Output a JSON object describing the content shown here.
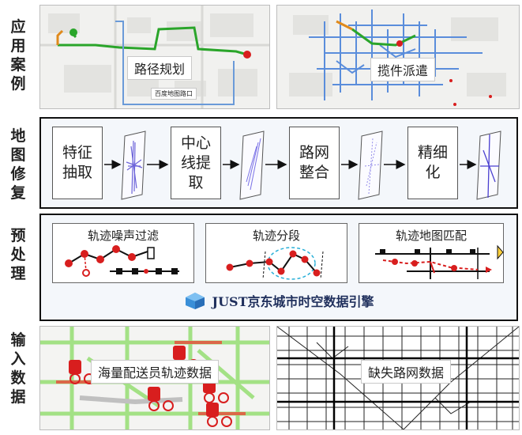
{
  "side_labels": {
    "applications": "应用案例",
    "map_repair": "地图修复",
    "preprocessing": "预处理",
    "input_data": "输入数据"
  },
  "applications": {
    "route_planning": "路径规划",
    "route_small_tag": "百度地图路口",
    "pickup_dispatch": "揽件派遣"
  },
  "map_repair": {
    "steps": [
      "特征抽取",
      "中心线提取",
      "路网整合",
      "精细化"
    ]
  },
  "preprocessing": {
    "boxes": [
      "轨迹噪声过滤",
      "轨迹分段",
      "轨迹地图匹配"
    ],
    "engine": "JUST京东城市时空数据引擎"
  },
  "input_data": {
    "courier_trajectories": "海量配送员轨迹数据",
    "missing_roads": "缺失路网数据"
  },
  "colors": {
    "route_green": "#2aa52a",
    "route_blue": "#6a9ad8",
    "marker_red": "#d81e1e",
    "engine_blue": "#3a8fd8"
  }
}
